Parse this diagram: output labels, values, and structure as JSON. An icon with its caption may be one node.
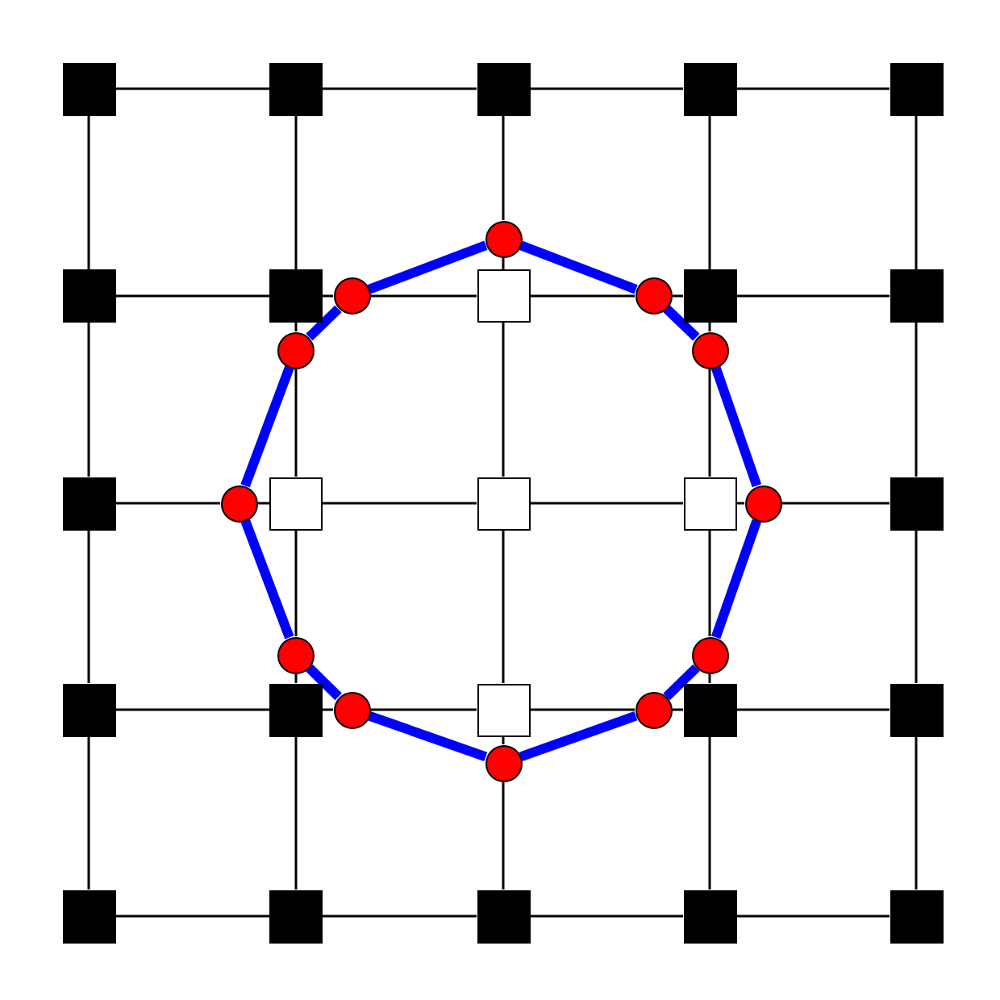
{
  "diagram": {
    "nodes": [
      {
        "text": [],
        "shape": "box"
      },
      {
        "text": [],
        "shape": "box"
      },
      {
        "text": [],
        "shape": "box"
      },
      {
        "text": [],
        "shape": "box"
      },
      {
        "text": [],
        "shape": "box"
      },
      {
        "text": [],
        "shape": "box"
      },
      {
        "text": [],
        "shape": "box"
      },
      {
        "text": [],
        "shape": "box"
      },
      {
        "text": [],
        "shape": "box"
      },
      {
        "text": [],
        "shape": "box"
      },
      {
        "text": [],
        "shape": "box"
      },
      {
        "text": [],
        "shape": "box"
      },
      {
        "text": [],
        "shape": "box"
      },
      {
        "text": [],
        "shape": "box"
      },
      {
        "text": [],
        "shape": "box"
      },
      {
        "text": [],
        "shape": "box"
      },
      {
        "text": [],
        "shape": "box"
      },
      {
        "text": [],
        "shape": "box"
      },
      {
        "text": [],
        "shape": "box"
      },
      {
        "text": [],
        "shape": "box"
      },
      {
        "text": [],
        "shape": "box"
      },
      {
        "text": [],
        "shape": "box"
      },
      {
        "text": [],
        "shape": "box"
      },
      {
        "text": [],
        "shape": "box"
      },
      {
        "text": [],
        "shape": "box"
      },
      {
        "text": [],
        "shape": "circle"
      },
      {
        "text": [],
        "shape": "circle"
      },
      {
        "text": [],
        "shape": "circle"
      },
      {
        "text": [],
        "shape": "circle"
      },
      {
        "text": [],
        "shape": "circle"
      },
      {
        "text": [],
        "shape": "circle"
      },
      {
        "text": [],
        "shape": "circle"
      },
      {
        "text": [],
        "shape": "circle"
      },
      {
        "text": [],
        "shape": "circle"
      },
      {
        "text": [],
        "shape": "circle"
      },
      {
        "text": [],
        "shape": "circle"
      },
      {
        "text": [],
        "shape": "circle"
      }
    ],
    "edges": [
      {
        "from": 0,
        "to": 1,
        "arrow": "none"
      },
      {
        "from": 1,
        "to": 2,
        "arrow": "none"
      },
      {
        "from": 2,
        "to": 3,
        "arrow": "none"
      },
      {
        "from": 3,
        "to": 4,
        "arrow": "none"
      },
      {
        "from": 5,
        "to": 6,
        "arrow": "none"
      },
      {
        "from": 6,
        "to": 36,
        "arrow": "none"
      },
      {
        "from": 36,
        "to": 7,
        "arrow": "none"
      },
      {
        "from": 7,
        "to": 26,
        "arrow": "none"
      },
      {
        "from": 26,
        "to": 8,
        "arrow": "none"
      },
      {
        "from": 8,
        "to": 9,
        "arrow": "none"
      },
      {
        "from": 10,
        "to": 34,
        "arrow": "none"
      },
      {
        "from": 34,
        "to": 11,
        "arrow": "none"
      },
      {
        "from": 11,
        "to": 12,
        "arrow": "none"
      },
      {
        "from": 12,
        "to": 13,
        "arrow": "none"
      },
      {
        "from": 13,
        "to": 28,
        "arrow": "none"
      },
      {
        "from": 28,
        "to": 14,
        "arrow": "none"
      },
      {
        "from": 15,
        "to": 16,
        "arrow": "none"
      },
      {
        "from": 16,
        "to": 32,
        "arrow": "none"
      },
      {
        "from": 32,
        "to": 17,
        "arrow": "none"
      },
      {
        "from": 17,
        "to": 30,
        "arrow": "none"
      },
      {
        "from": 30,
        "to": 18,
        "arrow": "none"
      },
      {
        "from": 18,
        "to": 19,
        "arrow": "none"
      },
      {
        "from": 20,
        "to": 21,
        "arrow": "none"
      },
      {
        "from": 21,
        "to": 22,
        "arrow": "none"
      },
      {
        "from": 22,
        "to": 23,
        "arrow": "none"
      },
      {
        "from": 23,
        "to": 24,
        "arrow": "none"
      },
      {
        "from": 0,
        "to": 5,
        "arrow": "none"
      },
      {
        "from": 5,
        "to": 10,
        "arrow": "none"
      },
      {
        "from": 10,
        "to": 15,
        "arrow": "none"
      },
      {
        "from": 15,
        "to": 20,
        "arrow": "none"
      },
      {
        "from": 1,
        "to": 6,
        "arrow": "none"
      },
      {
        "from": 6,
        "to": 35,
        "arrow": "none"
      },
      {
        "from": 35,
        "to": 11,
        "arrow": "none"
      },
      {
        "from": 11,
        "to": 33,
        "arrow": "none"
      },
      {
        "from": 33,
        "to": 16,
        "arrow": "none"
      },
      {
        "from": 16,
        "to": 21,
        "arrow": "none"
      },
      {
        "from": 2,
        "to": 25,
        "arrow": "none"
      },
      {
        "from": 25,
        "to": 7,
        "arrow": "none"
      },
      {
        "from": 7,
        "to": 12,
        "arrow": "none"
      },
      {
        "from": 12,
        "to": 17,
        "arrow": "none"
      },
      {
        "from": 17,
        "to": 31,
        "arrow": "none"
      },
      {
        "from": 31,
        "to": 22,
        "arrow": "none"
      },
      {
        "from": 3,
        "to": 8,
        "arrow": "none"
      },
      {
        "from": 8,
        "to": 27,
        "arrow": "none"
      },
      {
        "from": 27,
        "to": 13,
        "arrow": "none"
      },
      {
        "from": 13,
        "to": 29,
        "arrow": "none"
      },
      {
        "from": 29,
        "to": 18,
        "arrow": "none"
      },
      {
        "from": 18,
        "to": 23,
        "arrow": "none"
      },
      {
        "from": 4,
        "to": 9,
        "arrow": "none"
      },
      {
        "from": 9,
        "to": 14,
        "arrow": "none"
      },
      {
        "from": 14,
        "to": 19,
        "arrow": "none"
      },
      {
        "from": 19,
        "to": 24,
        "arrow": "none"
      },
      {
        "from": 25,
        "to": 26,
        "arrow": "none",
        "style": "thick",
        "color": "#0000ff"
      },
      {
        "from": 26,
        "to": 27,
        "arrow": "none",
        "style": "thick",
        "color": "#0000ff"
      },
      {
        "from": 27,
        "to": 28,
        "arrow": "none",
        "style": "thick",
        "color": "#0000ff"
      },
      {
        "from": 28,
        "to": 29,
        "arrow": "none",
        "style": "thick",
        "color": "#0000ff"
      },
      {
        "from": 29,
        "to": 30,
        "arrow": "none",
        "style": "thick",
        "color": "#0000ff"
      },
      {
        "from": 30,
        "to": 31,
        "arrow": "none",
        "style": "thick",
        "color": "#0000ff"
      },
      {
        "from": 31,
        "to": 32,
        "arrow": "none",
        "style": "thick",
        "color": "#0000ff"
      },
      {
        "from": 32,
        "to": 33,
        "arrow": "none",
        "style": "thick",
        "color": "#0000ff"
      },
      {
        "from": 33,
        "to": 34,
        "arrow": "none",
        "style": "thick",
        "color": "#0000ff"
      },
      {
        "from": 34,
        "to": 35,
        "arrow": "none",
        "style": "thick",
        "color": "#0000ff"
      },
      {
        "from": 35,
        "to": 36,
        "arrow": "none",
        "style": "thick",
        "color": "#0000ff"
      },
      {
        "from": 36,
        "to": 25,
        "arrow": "none",
        "style": "thick",
        "color": "#0000ff"
      }
    ]
  }
}
